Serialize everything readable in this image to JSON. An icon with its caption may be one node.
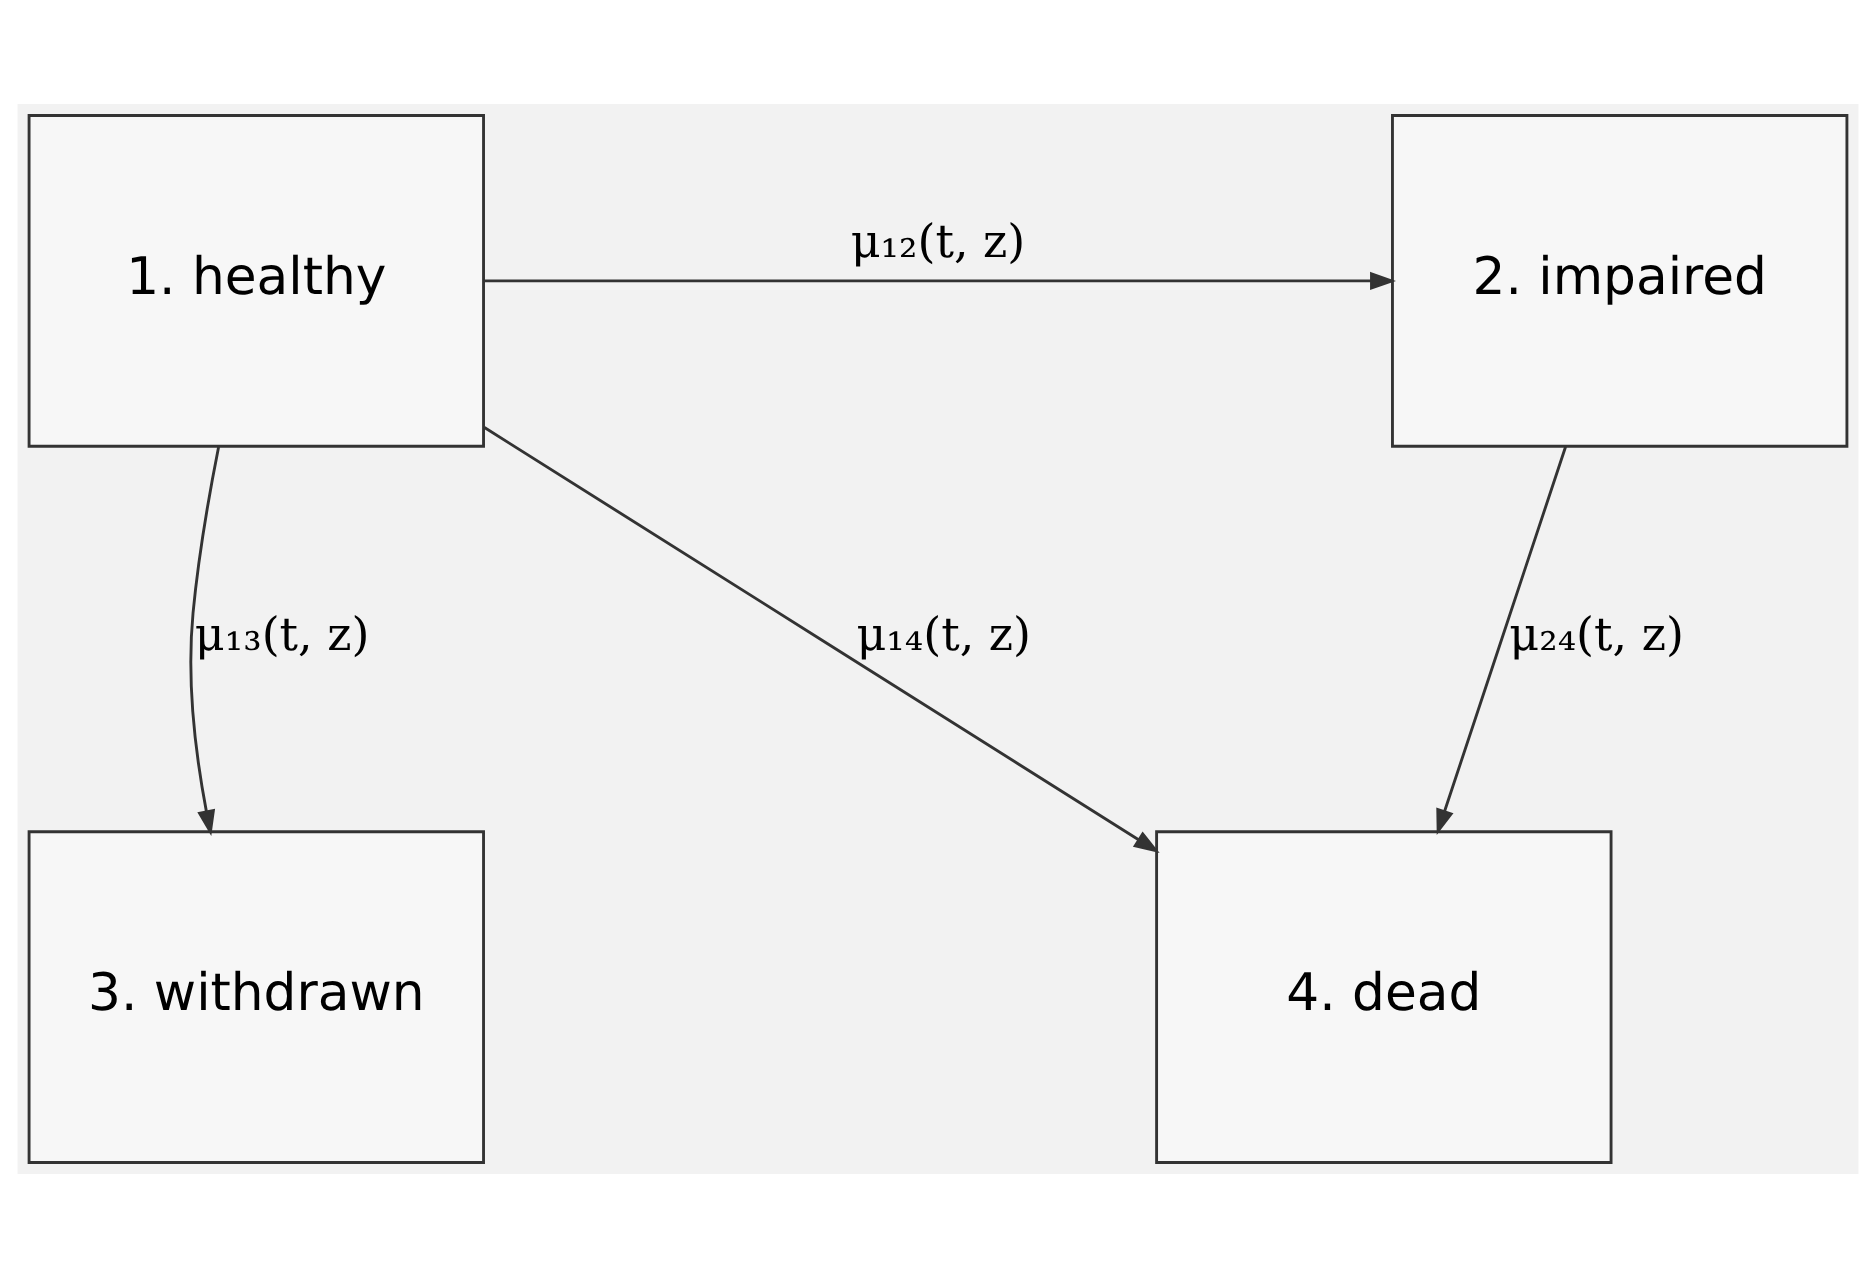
{
  "diagram": {
    "nodes": [
      {
        "text": [
          "1. healthy"
        ]
      },
      {
        "text": [
          "2. impaired"
        ]
      },
      {
        "text": [
          "3. withdrawn"
        ]
      },
      {
        "text": [
          "4. dead"
        ]
      }
    ],
    "edges": [
      {
        "from": 0,
        "to": 1,
        "arrow": "to",
        "label": "μ₁₂(t, z)"
      },
      {
        "from": 0,
        "to": 2,
        "arrow": "to",
        "label": "μ₁₃(t, z)"
      },
      {
        "from": 0,
        "to": 3,
        "arrow": "to",
        "label": "μ₁₄(t, z)"
      },
      {
        "from": 1,
        "to": 3,
        "arrow": "to",
        "label": "μ₂₄(t, z)"
      }
    ]
  }
}
